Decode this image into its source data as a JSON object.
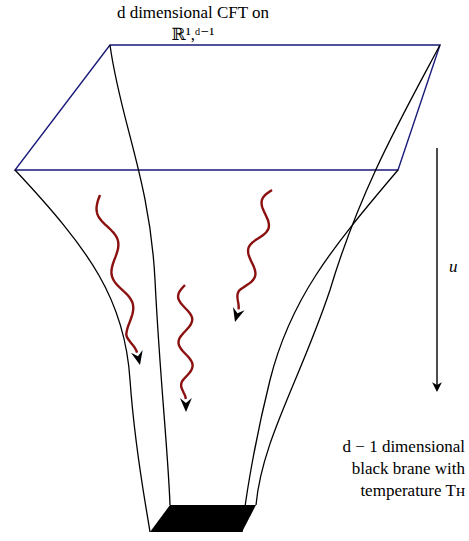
{
  "diagram": {
    "labels": [
      "d dimensional CFT on ℝ¹,ᵈ⁻¹",
      "u",
      "d − 1 dimensional black brane with temperature Tʜ"
    ]
  }
}
